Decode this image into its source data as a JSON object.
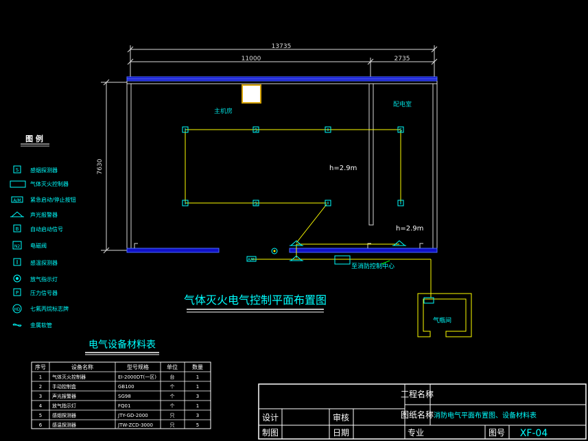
{
  "dimensions": {
    "overall": "13735",
    "left": "11000",
    "right": "2735",
    "height": "7630"
  },
  "rooms": {
    "main": "主机房",
    "dist": "配电室",
    "bottle": "气瓶间"
  },
  "heights": {
    "main": "h=2.9m",
    "dist": "h=2.9m"
  },
  "drawing_title": "气体灭火电气控制平面布置图",
  "control_label": "至消防控制中心",
  "legend": {
    "title": "图 例",
    "items": [
      {
        "symbol": "S",
        "label": "感烟探测器"
      },
      {
        "symbol": "",
        "label": "气体灭火控制器"
      },
      {
        "symbol": "A/M",
        "label": "紧急启动/停止按钮"
      },
      {
        "symbol": "",
        "label": "声光报警器"
      },
      {
        "symbol": "B",
        "label": "自动启动信号"
      },
      {
        "symbol": "N2",
        "label": "电磁阀"
      },
      {
        "symbol": "I",
        "label": "感温探测器"
      },
      {
        "symbol": "",
        "label": "放气指示灯"
      },
      {
        "symbol": "P",
        "label": "压力信号器"
      },
      {
        "symbol": "HD",
        "label": "七氟丙烷标志牌"
      },
      {
        "symbol": "",
        "label": "金属软管"
      }
    ]
  },
  "material_table": {
    "title": "电气设备材料表",
    "headers": [
      "序号",
      "设备名称",
      "型号规格",
      "单位",
      "数量"
    ],
    "rows": [
      [
        "1",
        "气体灭火控制器",
        "EI-2000DT(一区)",
        "台",
        "1"
      ],
      [
        "2",
        "手动控制盒",
        "GB100",
        "个",
        "1"
      ],
      [
        "3",
        "声光报警器",
        "SG98",
        "个",
        "3"
      ],
      [
        "4",
        "放气指示灯",
        "FQ01",
        "个",
        "1"
      ],
      [
        "5",
        "感烟探测器",
        "JTY-GD-2000",
        "只",
        "3"
      ],
      [
        "6",
        "感温探测器",
        "JTW-ZCD-3000",
        "只",
        "5"
      ]
    ]
  },
  "title_block": {
    "project_label": "工程名称",
    "drawing_name_label": "图纸名称",
    "drawing_name": "消防电气平面布置图、设备材料表",
    "design": "设计",
    "review": "审核",
    "draw": "制图",
    "date": "日期",
    "discipline": "专业",
    "number_label": "图号",
    "number": "XF-04"
  }
}
